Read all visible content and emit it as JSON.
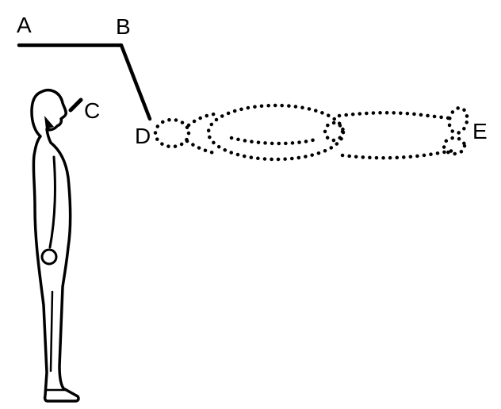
{
  "diagram": {
    "title_note": "",
    "labels": {
      "a": "A",
      "b": "B",
      "c": "C",
      "d": "D",
      "e": "E"
    },
    "figures": {
      "standing_person": "standing person, side profile, facing right",
      "lying_person": "person lying supine, dotted outline, head at left, feet at right",
      "sight_line": "line from A horizontally to B, then diagonally down to D"
    },
    "colors": {
      "ink": "#000000",
      "background": "#ffffff"
    }
  }
}
